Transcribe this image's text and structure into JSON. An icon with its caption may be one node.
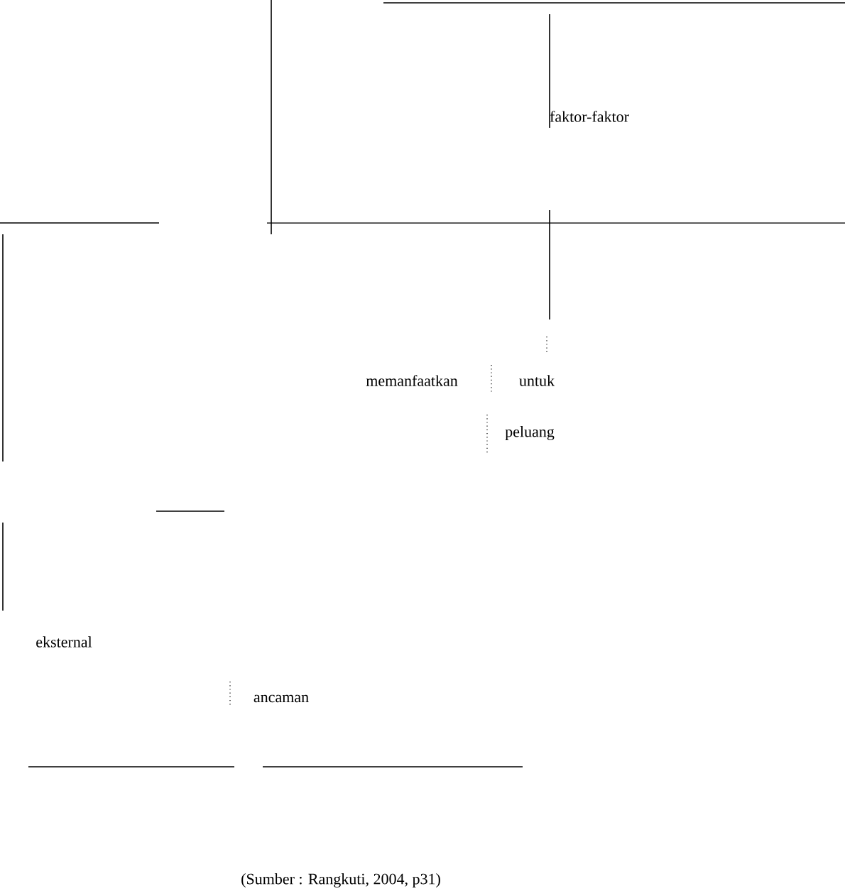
{
  "diagram": {
    "caption": "(Sumber : Rangkuti, 2004, p31)",
    "labels": [
      "faktor-faktor",
      "memanfaatkan",
      "untuk",
      "peluang",
      "eksternal",
      "ancaman"
    ]
  }
}
